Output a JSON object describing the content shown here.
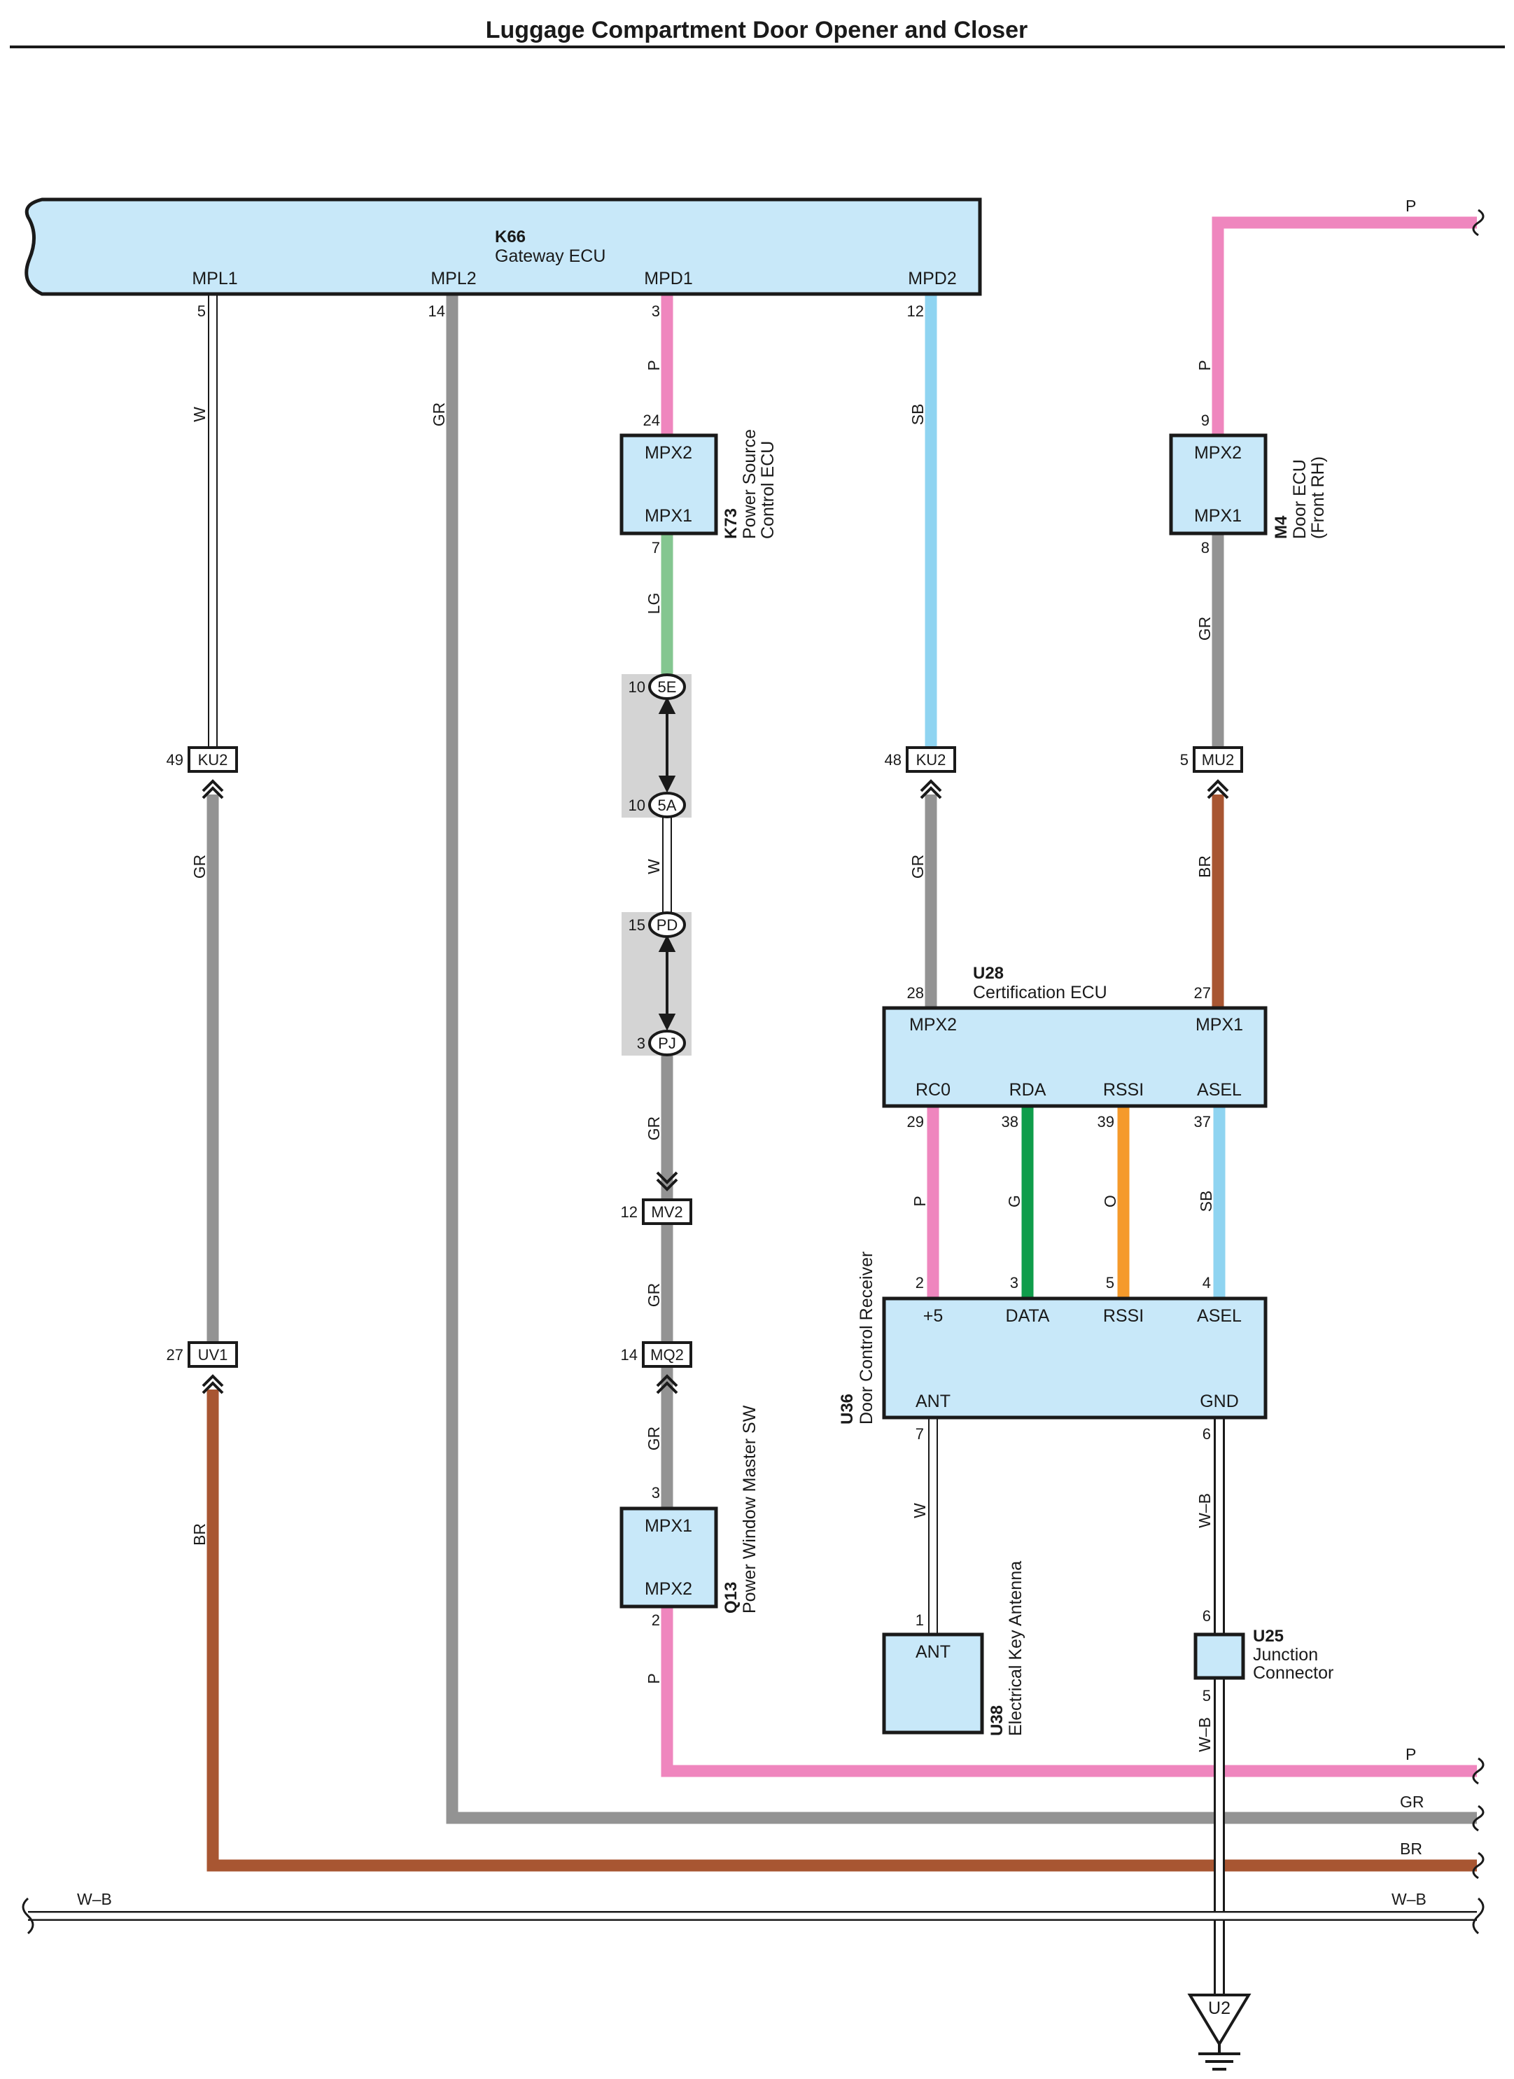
{
  "title": "Luggage Compartment Door Opener and Closer",
  "colors": {
    "pink": "#ef86be",
    "gray": "#939393",
    "light_green": "#84c690",
    "green": "#0f9d4b",
    "light_blue": "#8fd4f1",
    "brown": "#a85632",
    "orange": "#f59a2b",
    "box_fill": "#c8e8f9"
  },
  "components": {
    "k66": {
      "code": "K66",
      "name": "Gateway ECU",
      "terminals": [
        "MPL1",
        "MPL2",
        "MPD1",
        "MPD2"
      ],
      "pins": [
        "5",
        "14",
        "3",
        "12"
      ]
    },
    "k73": {
      "code": "K73",
      "name_l1": "Power Source",
      "name_l2": "Control ECU",
      "terminals": [
        "MPX2",
        "MPX1"
      ],
      "pins": [
        "24",
        "7"
      ]
    },
    "m4": {
      "code": "M4",
      "name_l1": "Door ECU",
      "name_l2": "(Front RH)",
      "terminals": [
        "MPX2",
        "MPX1"
      ],
      "pins": [
        "9",
        "8"
      ]
    },
    "u28": {
      "code": "U28",
      "name": "Certification ECU",
      "terminals": [
        "MPX2",
        "MPX1",
        "RC0",
        "RDA",
        "RSSI",
        "ASEL"
      ],
      "pins": [
        "28",
        "27",
        "29",
        "38",
        "39",
        "37"
      ]
    },
    "u36": {
      "code": "U36",
      "name": "Door Control Receiver",
      "terminals": [
        "+5",
        "DATA",
        "RSSI",
        "ASEL",
        "ANT",
        "GND"
      ],
      "pins": [
        "2",
        "3",
        "5",
        "4",
        "7",
        "6"
      ]
    },
    "q13": {
      "code": "Q13",
      "name": "Power Window Master SW",
      "terminals": [
        "MPX1",
        "MPX2"
      ],
      "pins": [
        "3",
        "2"
      ]
    },
    "u38": {
      "code": "U38",
      "name": "Electrical Key Antenna",
      "terminal": "ANT",
      "pin": "1"
    },
    "u25": {
      "code": "U25",
      "name_l1": "Junction",
      "name_l2": "Connector",
      "pins": [
        "6",
        "5"
      ]
    },
    "ground": {
      "code": "U2"
    }
  },
  "connectors": [
    {
      "name": "KU2",
      "pin": "49"
    },
    {
      "name": "KU2",
      "pin": "48"
    },
    {
      "name": "MU2",
      "pin": "5"
    },
    {
      "name": "UV1",
      "pin": "27"
    },
    {
      "name": "MV2",
      "pin": "12"
    },
    {
      "name": "MQ2",
      "pin": "14"
    },
    {
      "name": "5E",
      "pin": "10"
    },
    {
      "name": "5A",
      "pin": "10"
    },
    {
      "name": "PD",
      "pin": "15"
    },
    {
      "name": "PJ",
      "pin": "3"
    }
  ],
  "wire_colors": {
    "mpl1_upper": "W",
    "mpl1_lower": "GR",
    "mpl1_bottom": "BR",
    "mpl2": "GR",
    "mpd1": "P",
    "k73_out": "LG",
    "junction_mid": "W",
    "pj_mv2": "GR",
    "mv2_mq2": "GR",
    "mq2_q13": "GR",
    "q13_out": "P",
    "mpd2": "SB",
    "ku2_u28": "GR",
    "m4_in": "P",
    "m4_out": "GR",
    "mu2_u28": "BR",
    "rc0": "P",
    "rda": "G",
    "rssi": "O",
    "asel": "SB",
    "ant": "W",
    "gnd": "W–B",
    "gnd_lower": "W–B"
  },
  "edge_labels": {
    "p_top": "P",
    "p_bottom": "P",
    "gr_bottom": "GR",
    "br_bottom": "BR",
    "wb_left": "W–B",
    "wb_right": "W–B"
  }
}
